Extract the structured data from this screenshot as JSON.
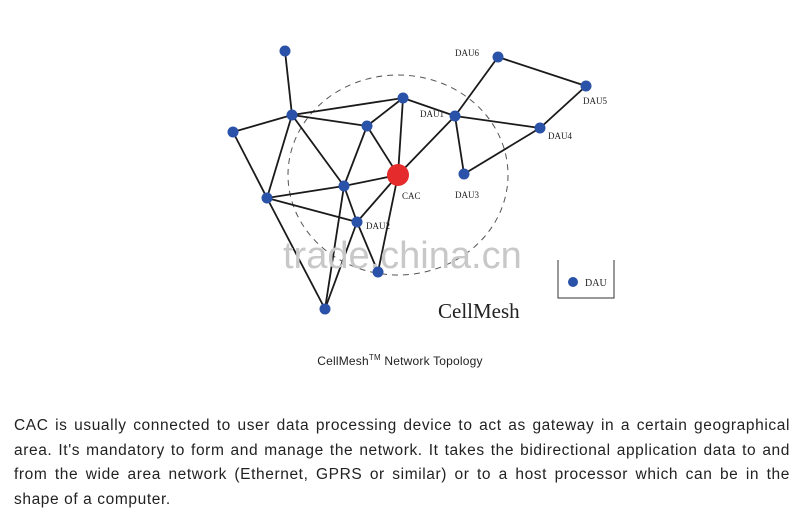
{
  "diagram": {
    "title": "CellMesh",
    "watermark": "trade.china.cn",
    "legend": {
      "label": "DAU"
    },
    "colors": {
      "dau": "#2a52a8",
      "cac": "#e52b2b",
      "link": "#1a1a1a"
    },
    "nodes": [
      {
        "id": "dau6",
        "label": "DAU6"
      },
      {
        "id": "dau5",
        "label": "DAU5"
      },
      {
        "id": "dau4",
        "label": "DAU4"
      },
      {
        "id": "dau1",
        "label": "DAU1"
      },
      {
        "id": "dau3",
        "label": "DAU3"
      },
      {
        "id": "dau2",
        "label": "DAU2"
      },
      {
        "id": "cac",
        "label": "CAC"
      }
    ]
  },
  "caption": {
    "text": "CellMesh",
    "superscript": "TM",
    "suffix": " Network Topology"
  },
  "description": "CAC is usually connected to user data processing device to act as gateway in a certain geographical area. It's mandatory to form and manage the network. It takes the bidirectional application data to and from the wide area network (Ethernet, GPRS or similar) or to a host processor which can be in the shape of a computer."
}
